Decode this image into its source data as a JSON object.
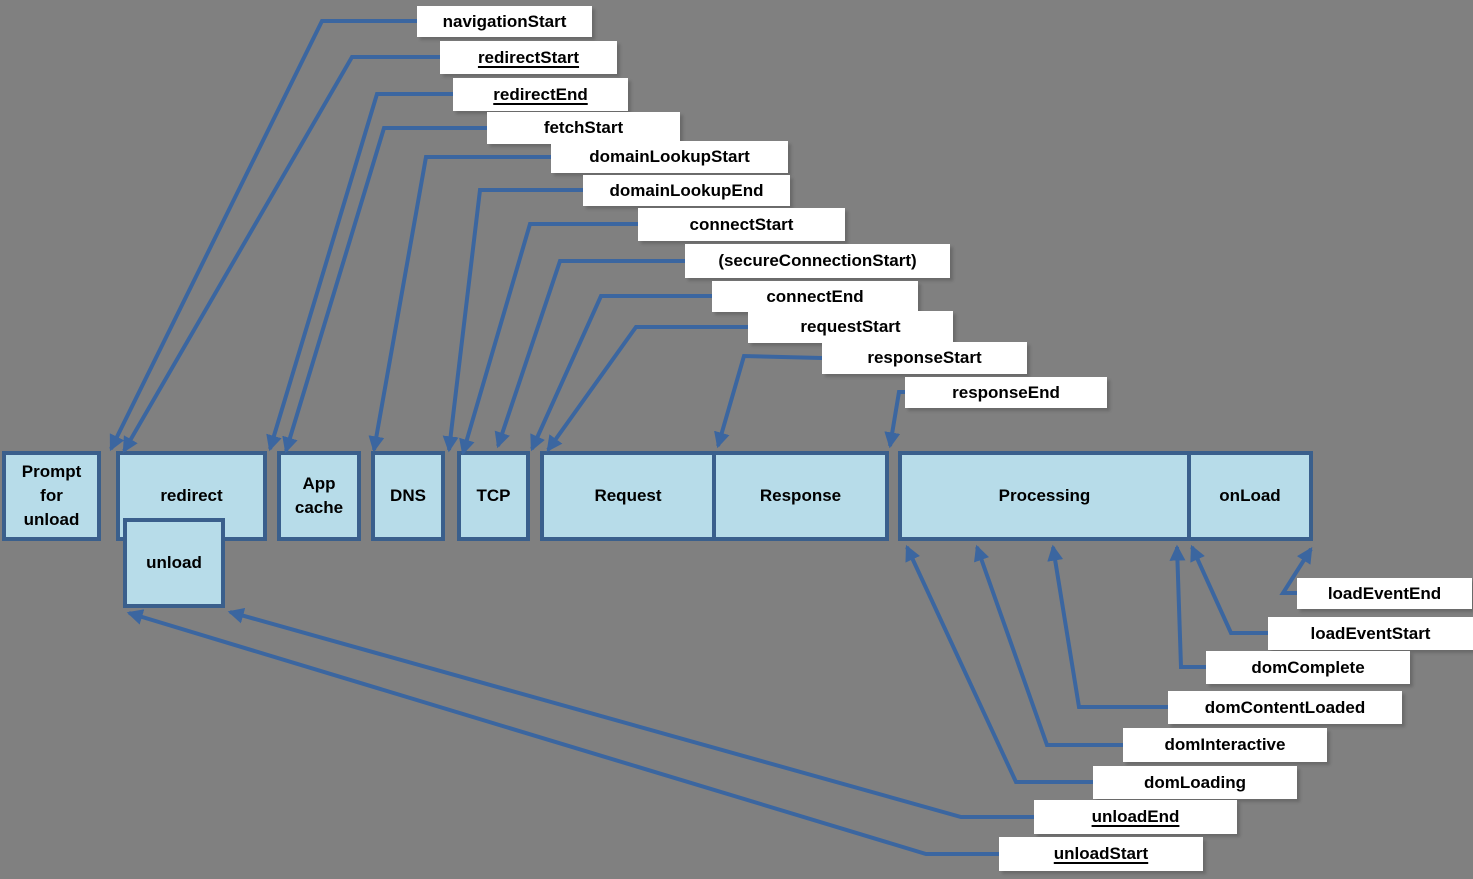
{
  "diagram": {
    "description_visible": false
  },
  "colors": {
    "background": "#808080",
    "box_fill": "#B7DCE9",
    "box_border": "#3A5F8C",
    "arrow": "#3B66A0",
    "label_bg": "#FFFFFF",
    "label_text": "#000000"
  },
  "boxes": [
    {
      "label": "Prompt for unload"
    },
    {
      "label": "redirect"
    },
    {
      "label": "unload"
    },
    {
      "label": "App cache"
    },
    {
      "label": "DNS"
    },
    {
      "label": "TCP"
    },
    {
      "label": "Request"
    },
    {
      "label": "Response"
    },
    {
      "label": "Processing"
    },
    {
      "label": "onLoad"
    }
  ],
  "events": [
    {
      "label": "navigationStart",
      "underline": false
    },
    {
      "label": "redirectStart",
      "underline": true
    },
    {
      "label": "redirectEnd",
      "underline": true
    },
    {
      "label": "fetchStart",
      "underline": false
    },
    {
      "label": "domainLookupStart",
      "underline": false
    },
    {
      "label": "domainLookupEnd",
      "underline": false
    },
    {
      "label": "connectStart",
      "underline": false
    },
    {
      "label": "(secureConnectionStart)",
      "underline": false
    },
    {
      "label": "connectEnd",
      "underline": false
    },
    {
      "label": "requestStart",
      "underline": false
    },
    {
      "label": "responseStart",
      "underline": false
    },
    {
      "label": "responseEnd",
      "underline": false
    },
    {
      "label": "loadEventEnd",
      "underline": false
    },
    {
      "label": "loadEventStart",
      "underline": false
    },
    {
      "label": "domComplete",
      "underline": false
    },
    {
      "label": "domContentLoaded",
      "underline": false
    },
    {
      "label": "domInteractive",
      "underline": false
    },
    {
      "label": "domLoading",
      "underline": false
    },
    {
      "label": "unloadEnd",
      "underline": true
    },
    {
      "label": "unloadStart",
      "underline": true
    }
  ]
}
